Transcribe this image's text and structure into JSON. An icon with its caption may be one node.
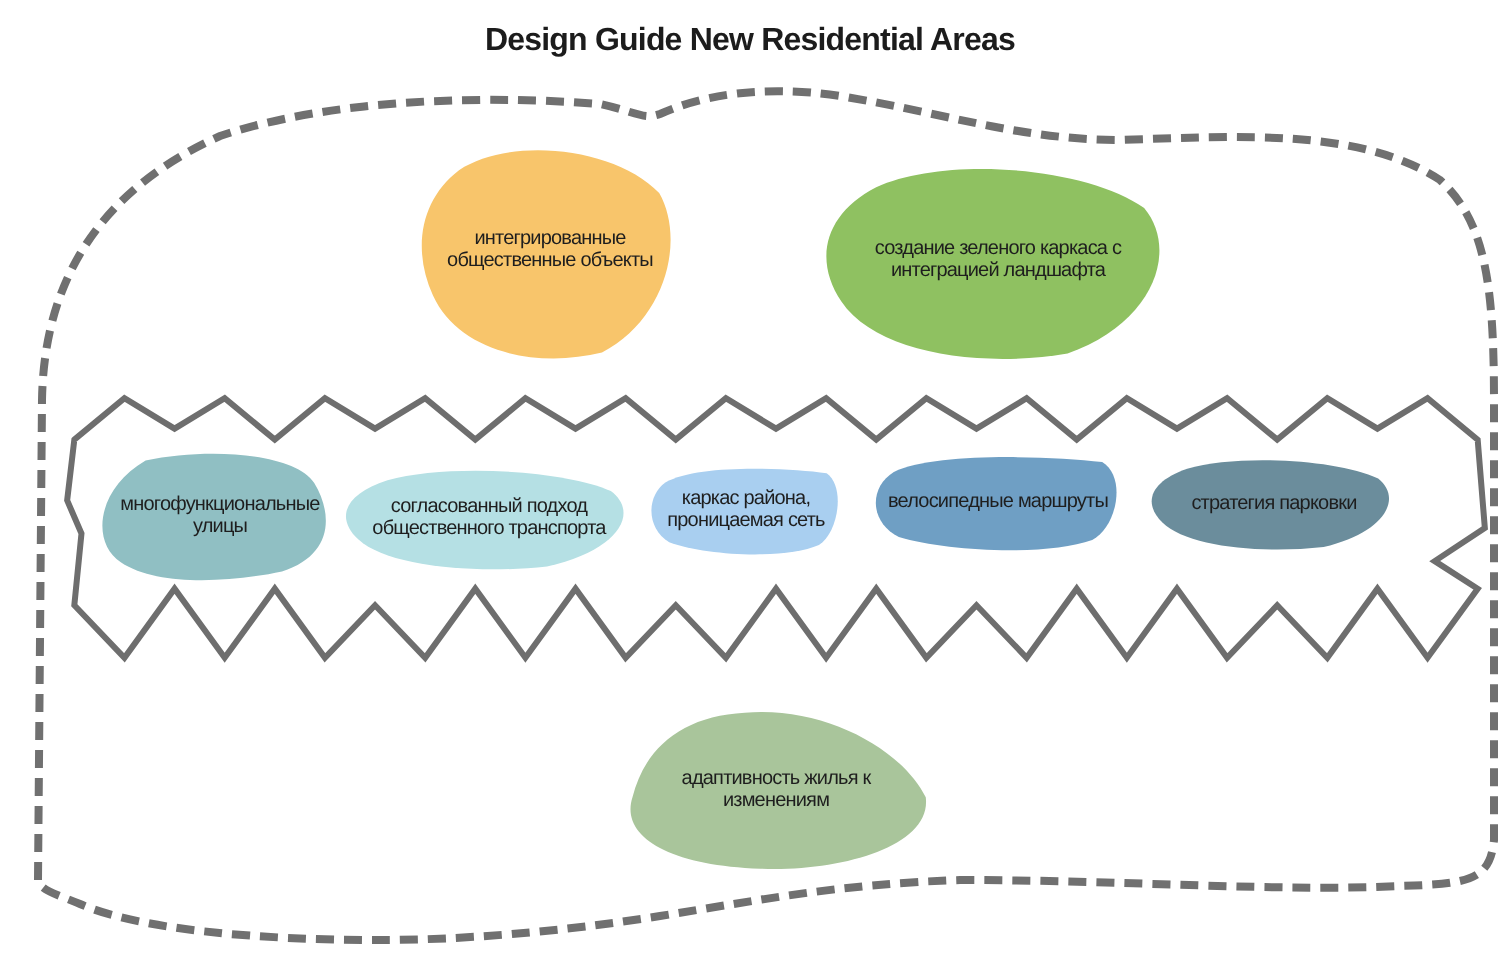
{
  "diagram": {
    "title": "Design Guide New Residential Areas",
    "nodes": [
      {
        "text": [],
        "shape": "cloud"
      },
      {
        "text": [],
        "shape": "bar",
        "in": 0
      },
      {
        "text": [
          "интегрированные общественные объекты"
        ],
        "in": 0
      },
      {
        "text": [
          "создание зеленого каркаса с интеграцией ландшафта"
        ],
        "in": 0
      },
      {
        "text": [
          "многофункциональные улицы"
        ],
        "in": 1
      },
      {
        "text": [
          "согласованный подход общественного транспорта"
        ],
        "in": 1
      },
      {
        "text": [
          "каркас района, проницаемая сеть"
        ],
        "in": 1
      },
      {
        "text": [
          "велосипедные маршруты"
        ],
        "in": 1
      },
      {
        "text": [
          "стратегия парковки"
        ],
        "in": 1
      },
      {
        "text": [
          "адаптивность жилья к изменениям"
        ],
        "in": 0
      }
    ],
    "edges": []
  }
}
